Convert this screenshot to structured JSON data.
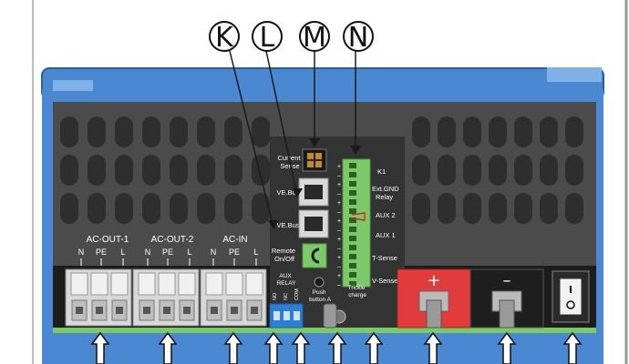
{
  "callouts": [
    "K",
    "L",
    "M",
    "N"
  ],
  "panel": {
    "current_sense": [
      "Current",
      "Sense"
    ],
    "vebus_1": "VE.Bus",
    "vebus_2": "VE.Bus",
    "remote": [
      "Remote",
      "On/Off"
    ],
    "aux_relay": [
      "AUX",
      "RELAY"
    ],
    "relay_pins": [
      "NO",
      "NC",
      "COM"
    ],
    "push_button": [
      "Push",
      "button A"
    ],
    "trickle": [
      "Trickle",
      "charge"
    ]
  },
  "terminals": {
    "ac_out_1": {
      "title": "AC-OUT-1",
      "pins": [
        "N",
        "PE",
        "L"
      ]
    },
    "ac_out_2": {
      "title": "AC-OUT-2",
      "pins": [
        "N",
        "PE",
        "L"
      ]
    },
    "ac_in": {
      "title": "AC-IN",
      "pins": [
        "N",
        "PE",
        "L"
      ]
    }
  },
  "right_labels": [
    "K1",
    "Ext.GND",
    "Relay",
    "AUX 2",
    "AUX 1",
    "T-Sense",
    "V-Sense"
  ],
  "polarity": [
    "+",
    "–"
  ],
  "colors": {
    "case_blue": "#4a88d2",
    "panel_gray": "#4b4b4b",
    "slot_dark": "#2e2e2e",
    "terminal_green": "#7cc96a",
    "battery_red": "#e23b3b",
    "relay_blue": "#2d7fd6"
  }
}
